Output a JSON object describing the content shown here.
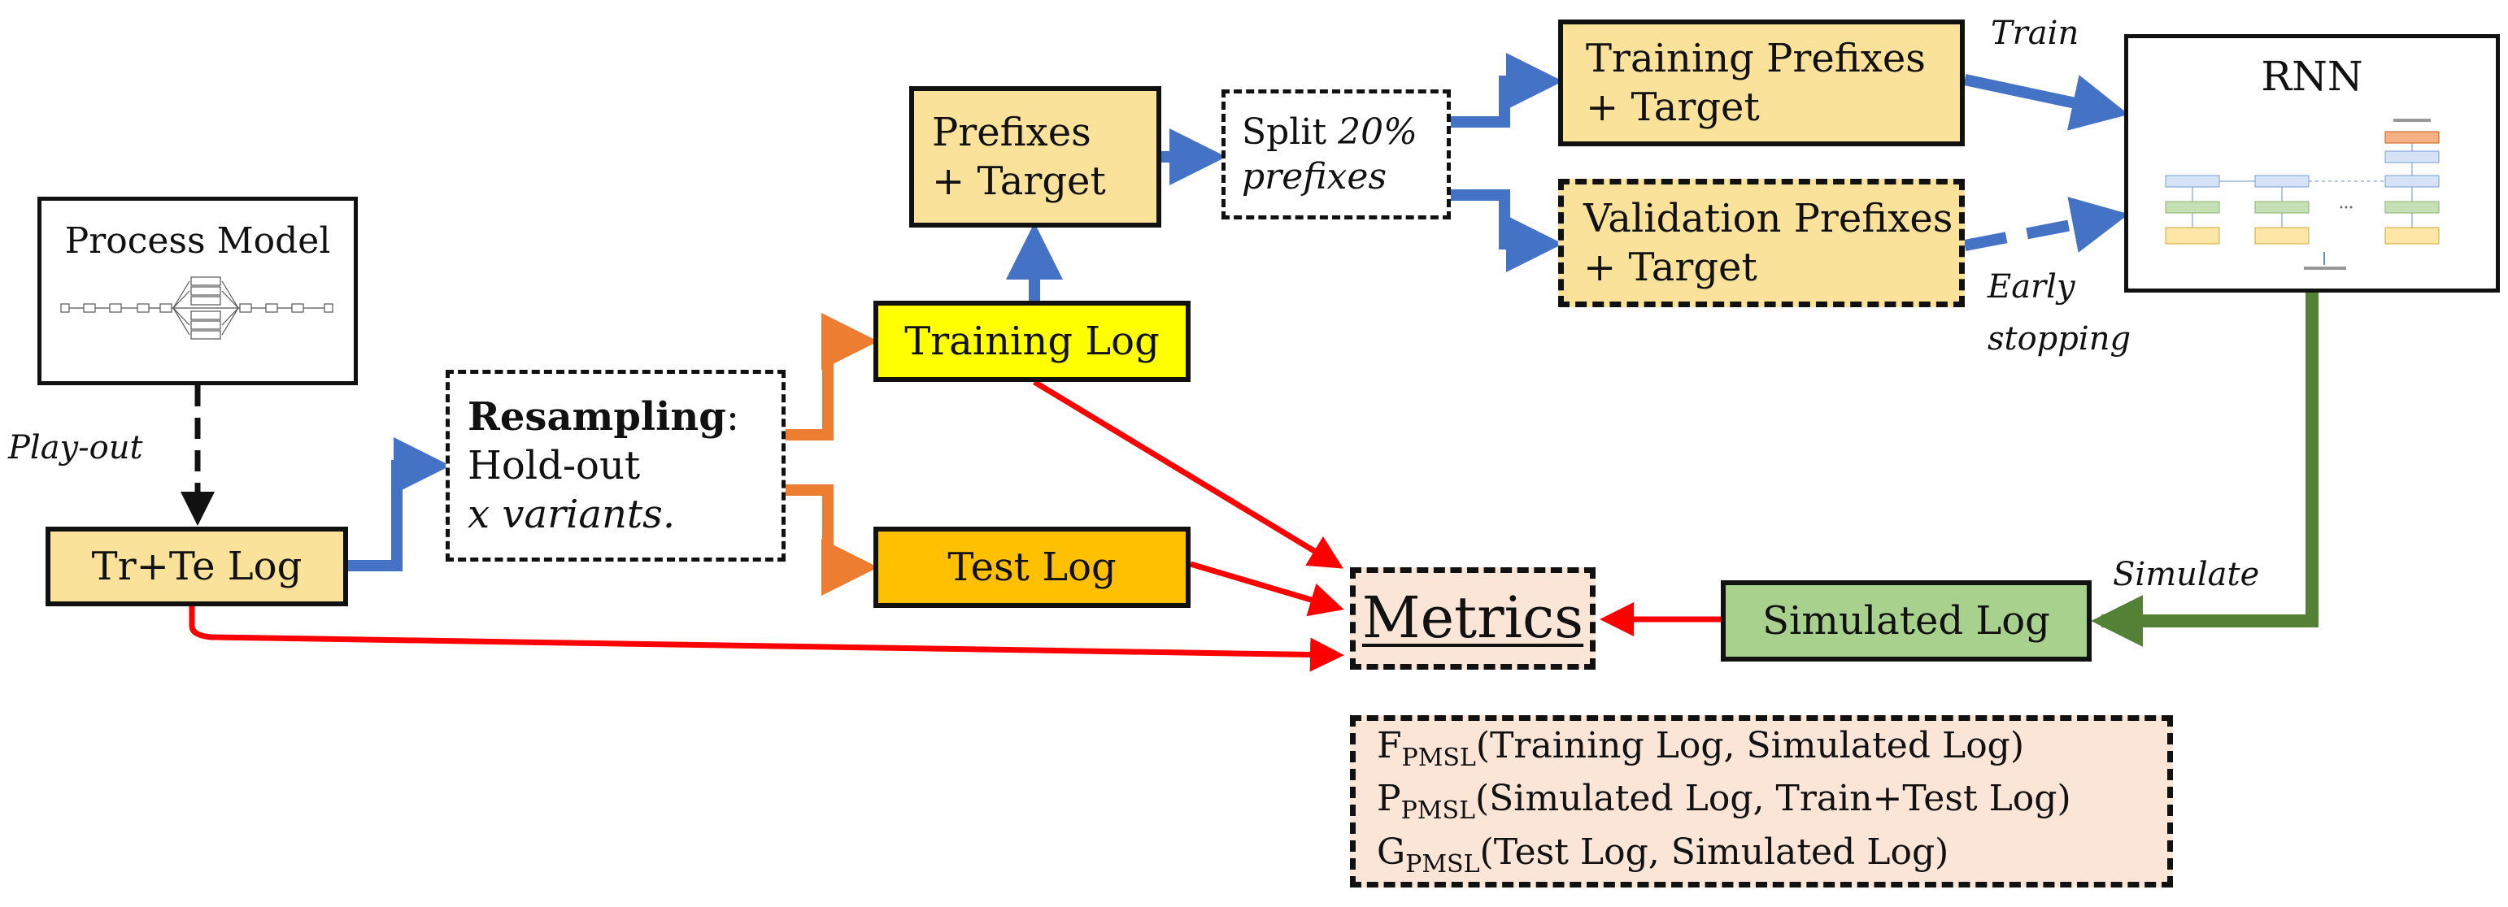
{
  "boxes": {
    "process_model": "Process Model",
    "trte_log": "Tr+Te Log",
    "resampling": {
      "title": "Resampling",
      "colon": ":",
      "line2": "Hold-out",
      "line3": "x variants."
    },
    "training_log": "Training Log",
    "test_log": "Test Log",
    "prefixes": {
      "line1": "Prefixes",
      "line2": "+ Target"
    },
    "split": {
      "word": "Split",
      "pct": "20%",
      "line2": "prefixes"
    },
    "train_prefixes": {
      "line1": "Training Prefixes",
      "line2": "+ Target"
    },
    "val_prefixes": {
      "line1": "Validation Prefixes",
      "line2": "+ Target"
    },
    "rnn": "RNN",
    "simulated_log": "Simulated Log",
    "metrics": "Metrics"
  },
  "edge_labels": {
    "play_out": "Play-out",
    "train": "Train",
    "early_line1": "Early",
    "early_line2": "stopping",
    "simulate": "Simulate"
  },
  "formulas": [
    {
      "letter": "F",
      "sub": "PMSL",
      "args": "(Training Log, Simulated Log)"
    },
    {
      "letter": "P",
      "sub": "PMSL",
      "args": "(Simulated Log, Train+Test Log)"
    },
    {
      "letter": "G",
      "sub": "PMSL",
      "args": "(Test Log, Simulated Log)"
    }
  ],
  "colors": {
    "blue_arrow": "#4472c4",
    "orange_arrow": "#ed7d31",
    "red_arrow": "#ff0000",
    "green_arrow": "#538135",
    "light_yellow": "#fbe29a",
    "yellow": "#ffff00",
    "orange": "#ffc000",
    "green": "#a9d18e",
    "peach": "#fae5d6"
  }
}
